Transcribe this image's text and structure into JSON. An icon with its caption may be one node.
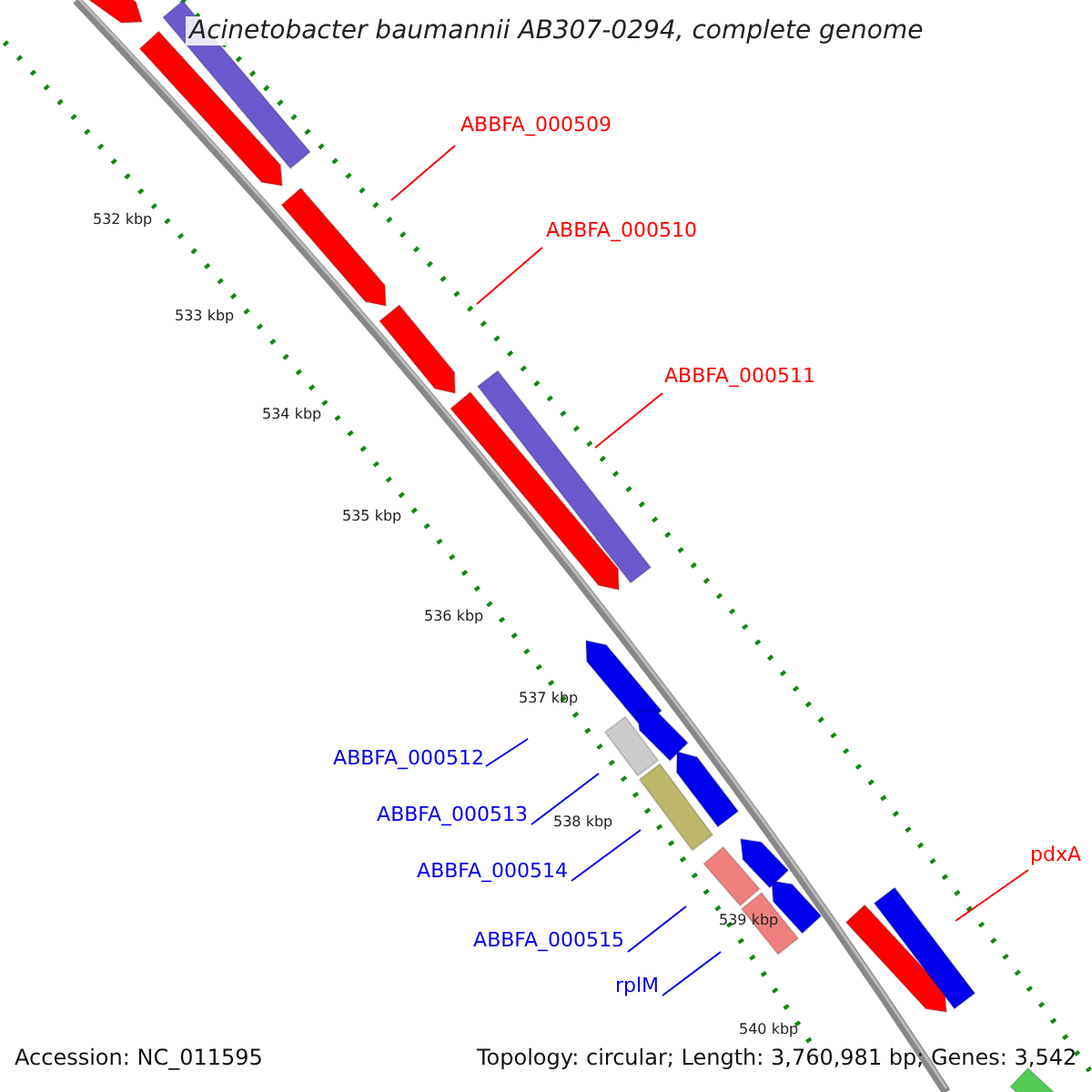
{
  "diagram": {
    "title": "Acinetobacter baumannii AB307-0294, complete genome",
    "nodes": [
      {
        "text": [
          "ABBFA_000509"
        ]
      },
      {
        "text": [
          "ABBFA_000510"
        ]
      },
      {
        "text": [
          "ABBFA_000511"
        ]
      },
      {
        "text": [
          "ABBFA_000512"
        ]
      },
      {
        "text": [
          "ABBFA_000513"
        ]
      },
      {
        "text": [
          "ABBFA_000514"
        ]
      },
      {
        "text": [
          "ABBFA_000515"
        ]
      },
      {
        "text": [
          "rplM"
        ]
      },
      {
        "text": [
          "pdxA"
        ]
      }
    ],
    "edges": [
      {
        "from": 0,
        "to": null,
        "arrow": "none",
        "color": "#ff0000"
      },
      {
        "from": 1,
        "to": null,
        "arrow": "none",
        "color": "#ff0000"
      },
      {
        "from": 2,
        "to": null,
        "arrow": "none",
        "color": "#ff0000"
      },
      {
        "from": 3,
        "to": null,
        "arrow": "none"
      },
      {
        "from": 4,
        "to": null,
        "arrow": "none"
      },
      {
        "from": 5,
        "to": null,
        "arrow": "none"
      },
      {
        "from": 6,
        "to": null,
        "arrow": "none"
      },
      {
        "from": 7,
        "to": null,
        "arrow": "none"
      },
      {
        "from": 8,
        "to": null,
        "arrow": "none",
        "color": "#ff0000"
      }
    ],
    "labels": [
      "532 kbp",
      "533 kbp",
      "534 kbp",
      "535 kbp",
      "536 kbp",
      "537 kbp",
      "538 kbp",
      "539 kbp",
      "540 kbp",
      "Accession: NC_011595",
      "Topology: circular; Length: 3,760,981 bp; Genes: 3,542"
    ]
  }
}
